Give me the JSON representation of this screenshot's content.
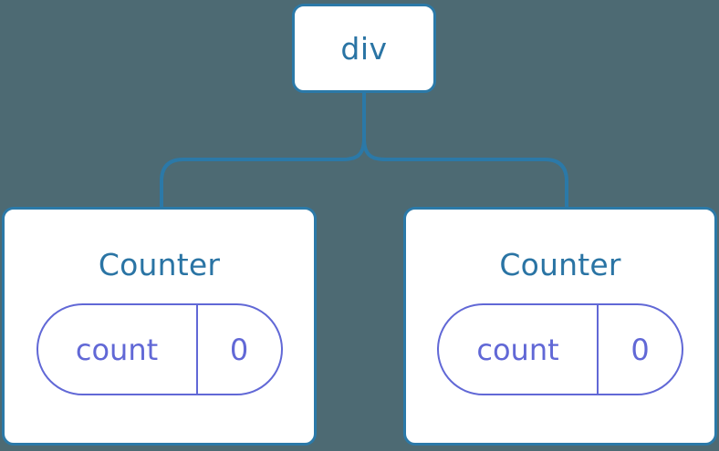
{
  "diagram": {
    "background_color": "#4d6a73",
    "edge_color": "#2b79a8",
    "node_border_color": "#2b79a8",
    "node_title_color": "#2a74a4",
    "pill_color": "#6168d6",
    "root": {
      "label": "div"
    },
    "children": [
      {
        "title": "Counter",
        "state": {
          "key": "count",
          "value": "0"
        }
      },
      {
        "title": "Counter",
        "state": {
          "key": "count",
          "value": "0"
        }
      }
    ]
  }
}
